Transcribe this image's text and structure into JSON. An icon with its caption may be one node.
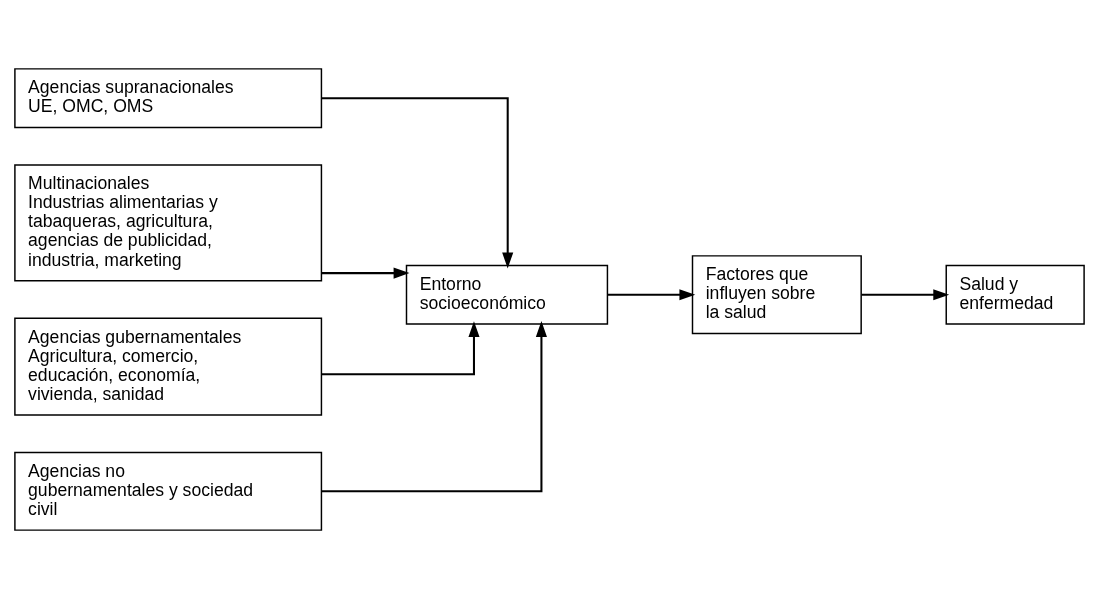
{
  "diagram": {
    "nodes": [
      {
        "text": [
          "Agencias supranacionales",
          "UE, OMC, OMS"
        ]
      },
      {
        "text": [
          "Multinacionales",
          "Industrias alimentarias y tabaqueras, agricultura, agencias de publicidad, industria, marketing"
        ]
      },
      {
        "text": [
          "Agencias gubernamentales",
          "Agricultura, comercio, educación, economía, vivienda, sanidad"
        ]
      },
      {
        "text": [
          "Agencias no gubernamentales y sociedad civil"
        ]
      },
      {
        "text": [
          "Entorno socioeconómico"
        ]
      },
      {
        "text": [
          "Factores que influyen sobre la salud"
        ]
      },
      {
        "text": [
          "Salud y enfermedad"
        ]
      }
    ],
    "edges": [
      {
        "from": 0,
        "to": 4,
        "arrow": "to"
      },
      {
        "from": 1,
        "to": 4,
        "arrow": "to"
      },
      {
        "from": 2,
        "to": 4,
        "arrow": "to"
      },
      {
        "from": 3,
        "to": 4,
        "arrow": "to"
      },
      {
        "from": 4,
        "to": 5,
        "arrow": "to"
      },
      {
        "from": 5,
        "to": 6,
        "arrow": "to"
      }
    ]
  }
}
